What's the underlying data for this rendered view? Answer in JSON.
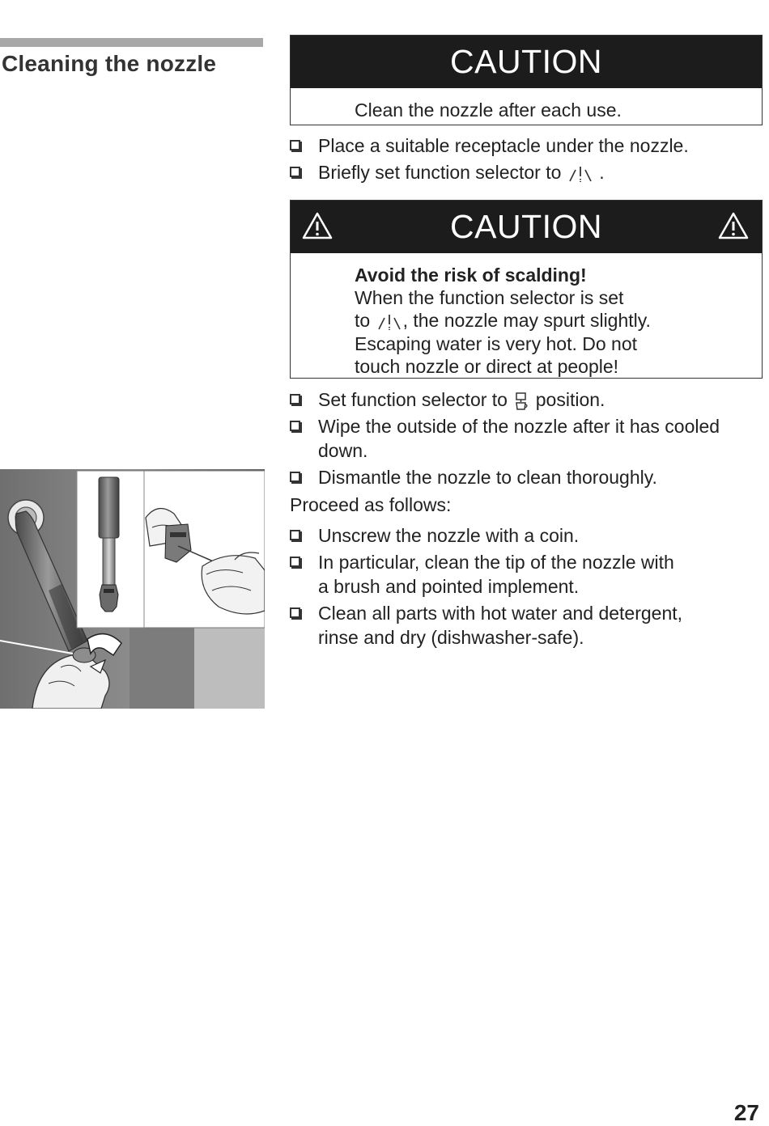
{
  "section": {
    "title": "Cleaning the nozzle"
  },
  "caution1": {
    "title": "CAUTION",
    "text": "Clean the nozzle after each use."
  },
  "steps1": [
    {
      "text": "Place a suitable receptacle under the nozzle."
    },
    {
      "text_before": "Briefly set function selector to ",
      "symbol": "steam-symbol",
      "text_after": "."
    }
  ],
  "caution2": {
    "title": "CAUTION",
    "bold_line": "Avoid the risk of scalding!",
    "line1": "When the function selector is set",
    "line2_before": "to ",
    "line2_symbol": "steam-symbol",
    "line2_after": ", the nozzle may spurt slightly.",
    "line3": "Escaping water is very hot. Do not",
    "line4": "touch nozzle or direct at people!"
  },
  "steps2": [
    {
      "text_before": "Set function selector to ",
      "symbol": "cup-symbol",
      "text_after": " position."
    },
    {
      "line1": "Wipe the outside of the nozzle after it has cooled",
      "line2": "down."
    },
    {
      "text": "Dismantle the nozzle to clean thoroughly."
    }
  ],
  "proceed": "Proceed as follows:",
  "steps3": [
    {
      "text": "Unscrew the nozzle with a coin."
    },
    {
      "line1": "In particular, clean the tip of the nozzle with",
      "line2": "a  brush and pointed implement."
    },
    {
      "line1": "Clean all parts with hot water and detergent,",
      "line2": "rinse and dry (dishwasher-safe)."
    }
  ],
  "icons": {
    "warning": "warning-triangle-icon",
    "bullet": "checkbox-bullet-icon"
  },
  "page_number": "27"
}
